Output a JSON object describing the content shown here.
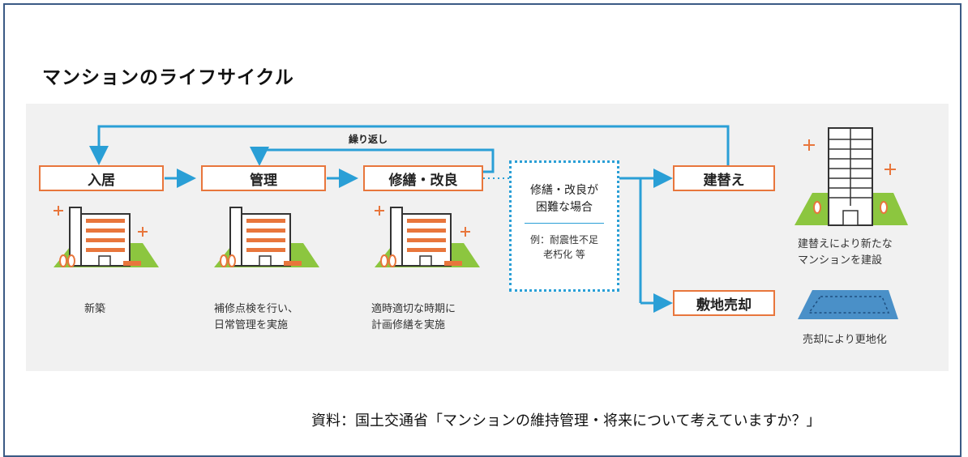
{
  "title": "マンションのライフサイクル",
  "loop_label": "繰り返し",
  "stages": {
    "move_in": {
      "label": "入居",
      "caption": "新築"
    },
    "management": {
      "label": "管理",
      "caption_lines": [
        "補修点検を行い、",
        "日常管理を実施"
      ]
    },
    "repair": {
      "label": "修繕・改良",
      "caption_lines": [
        "適時適切な時期に",
        "計画修繕を実施"
      ]
    },
    "rebuild": {
      "label": "建替え",
      "caption_lines": [
        "建替えにより新たな",
        "マンションを建設"
      ]
    },
    "site_sale": {
      "label": "敷地売却",
      "caption": "売却により更地化"
    }
  },
  "difficult_case": {
    "heading_lines": [
      "修繕・改良が",
      "困難な場合"
    ],
    "example_lines": [
      "例：耐震性不足",
      "老朽化 等"
    ]
  },
  "source": "資料：国土交通省「マンションの維持管理・将来について考えていますか？」",
  "colors": {
    "arrow_blue": "#2a9fd6",
    "box_border_orange": "#e8763c",
    "ground_green": "#8cc63f",
    "site_blue": "#4a90c8"
  }
}
